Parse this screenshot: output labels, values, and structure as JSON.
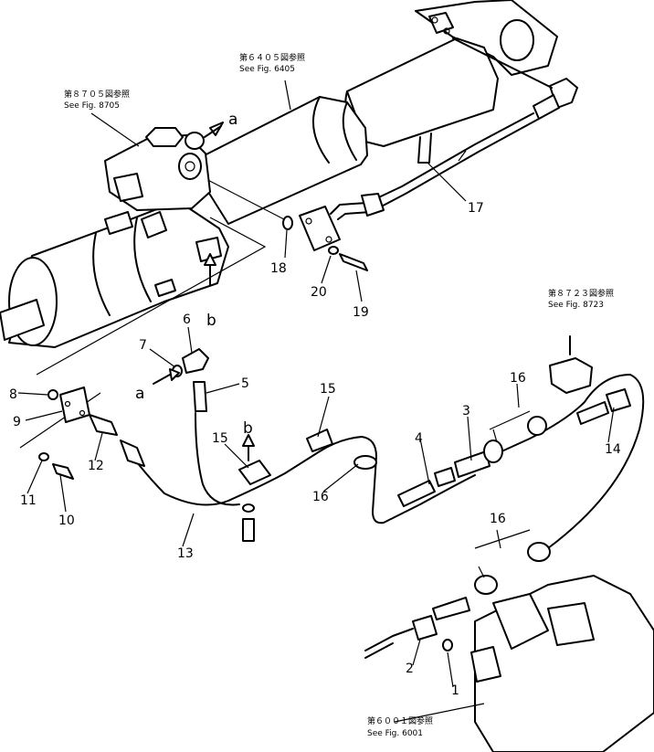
{
  "references": [
    {
      "id": "ref-8705",
      "jp": "第８７０５図参照",
      "en": "See Fig. 8705"
    },
    {
      "id": "ref-6405",
      "jp": "第６４０５図参照",
      "en": "See Fig. 6405"
    },
    {
      "id": "ref-8723",
      "jp": "第８７２３図参照",
      "en": "See Fig. 8723"
    },
    {
      "id": "ref-6001",
      "jp": "第６００１図参照",
      "en": "See Fig. 6001"
    }
  ],
  "connection_labels": [
    "a",
    "b",
    "a",
    "b"
  ],
  "part_numbers": [
    "1",
    "2",
    "3",
    "4",
    "5",
    "6",
    "7",
    "8",
    "9",
    "10",
    "11",
    "12",
    "13",
    "14",
    "15",
    "15",
    "16",
    "16",
    "16",
    "17",
    "18",
    "19",
    "20"
  ]
}
